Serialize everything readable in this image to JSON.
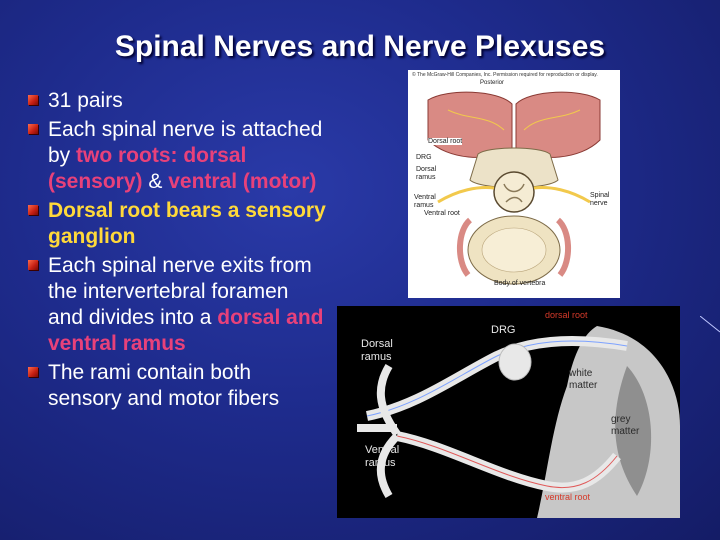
{
  "slide": {
    "title": "Spinal Nerves and Nerve Plexuses",
    "bullets": [
      {
        "parts": [
          {
            "text": "31 pairs",
            "style": "normal"
          }
        ]
      },
      {
        "parts": [
          {
            "text": "Each spinal nerve is attached by ",
            "style": "normal"
          },
          {
            "text": "two roots: dorsal (sensory)",
            "style": "pink"
          },
          {
            "text": " & ",
            "style": "normal"
          },
          {
            "text": "ventral (motor)",
            "style": "pink"
          }
        ]
      },
      {
        "parts": [
          {
            "text": "Dorsal root bears a ",
            "style": "yellow"
          },
          {
            "text": "sensory ganglion",
            "style": "yellow"
          }
        ]
      },
      {
        "parts": [
          {
            "text": " Each spinal nerve exits from the intervertebral foramen and divides into a ",
            "style": "normal"
          },
          {
            "text": "dorsal and ventral ramus",
            "style": "pink"
          }
        ]
      },
      {
        "parts": [
          {
            "text": "The rami contain both sensory and motor fibers",
            "style": "normal"
          }
        ]
      }
    ]
  },
  "figure_top": {
    "copyright": "© The McGraw-Hill Companies, Inc. Permission required for reproduction or display.",
    "posterior": "Posterior",
    "labels": {
      "dorsal_root": "Dorsal root",
      "drg": "DRG",
      "dorsal_ramus": "Dorsal ramus",
      "ventral_ramus": "Ventral ramus",
      "ventral_root": "Ventral root",
      "spinal_nerve": "Spinal nerve",
      "body": "Body of vertebra"
    }
  },
  "figure_bottom": {
    "labels": {
      "dorsal_root": "dorsal root",
      "drg": "DRG",
      "dorsal_ramus": "Dorsal ramus",
      "ventral_ramus": "Ventral ramus",
      "white_matter": "white matter",
      "grey_matter": "grey matter",
      "ventral_root": "ventral root"
    }
  }
}
